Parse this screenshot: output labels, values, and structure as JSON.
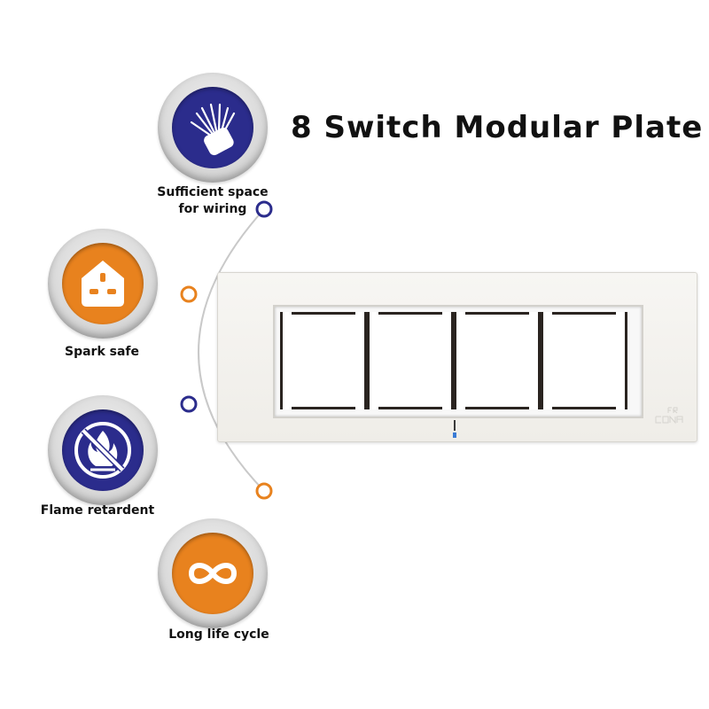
{
  "title": "8 Switch Modular Plate",
  "features": [
    {
      "label": "Sufficient space\nfor wiring",
      "icon": "wires-icon",
      "color": "#2b2c8c"
    },
    {
      "label": "Spark safe",
      "icon": "socket-icon",
      "color": "#e8821e"
    },
    {
      "label": "Flame retardent",
      "icon": "no-flame-icon",
      "color": "#2b2c8c"
    },
    {
      "label": "Long life cycle",
      "icon": "infinity-icon",
      "color": "#e8821e"
    }
  ],
  "colors": {
    "navy": "#2b2c8c",
    "orange": "#e8821e",
    "connector_line": "#c9c9c9"
  }
}
